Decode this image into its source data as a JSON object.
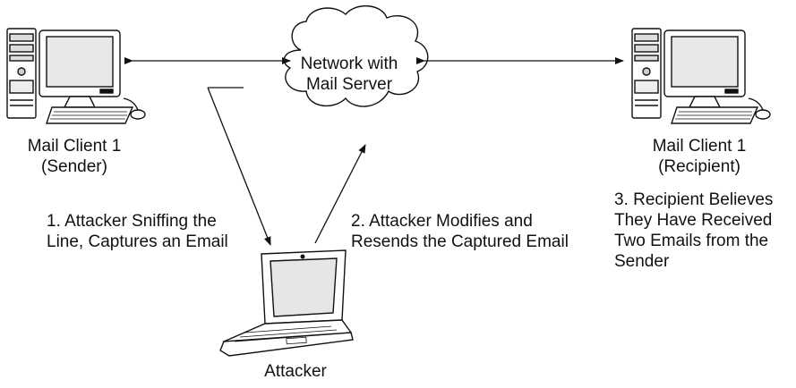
{
  "nodes": {
    "sender": {
      "line1": "Mail Client 1",
      "line2": "(Sender)"
    },
    "recipient": {
      "line1": "Mail Client 1",
      "line2": "(Recipient)"
    },
    "attacker": {
      "label": "Attacker"
    },
    "network": {
      "line1": "Network with",
      "line2": "Mail Server"
    }
  },
  "steps": {
    "step1": {
      "line1": "1. Attacker Sniffing the",
      "line2": "Line, Captures an Email"
    },
    "step2": {
      "line1": "2. Attacker Modifies and",
      "line2": "Resends the Captured Email"
    },
    "step3": {
      "line1": "3. Recipient Believes",
      "line2": "They Have Received",
      "line3": "Two Emails from the",
      "line4": "Sender"
    }
  },
  "icons": {
    "desktop": "desktop-computer-icon",
    "laptop": "laptop-icon",
    "cloud": "cloud-icon"
  }
}
